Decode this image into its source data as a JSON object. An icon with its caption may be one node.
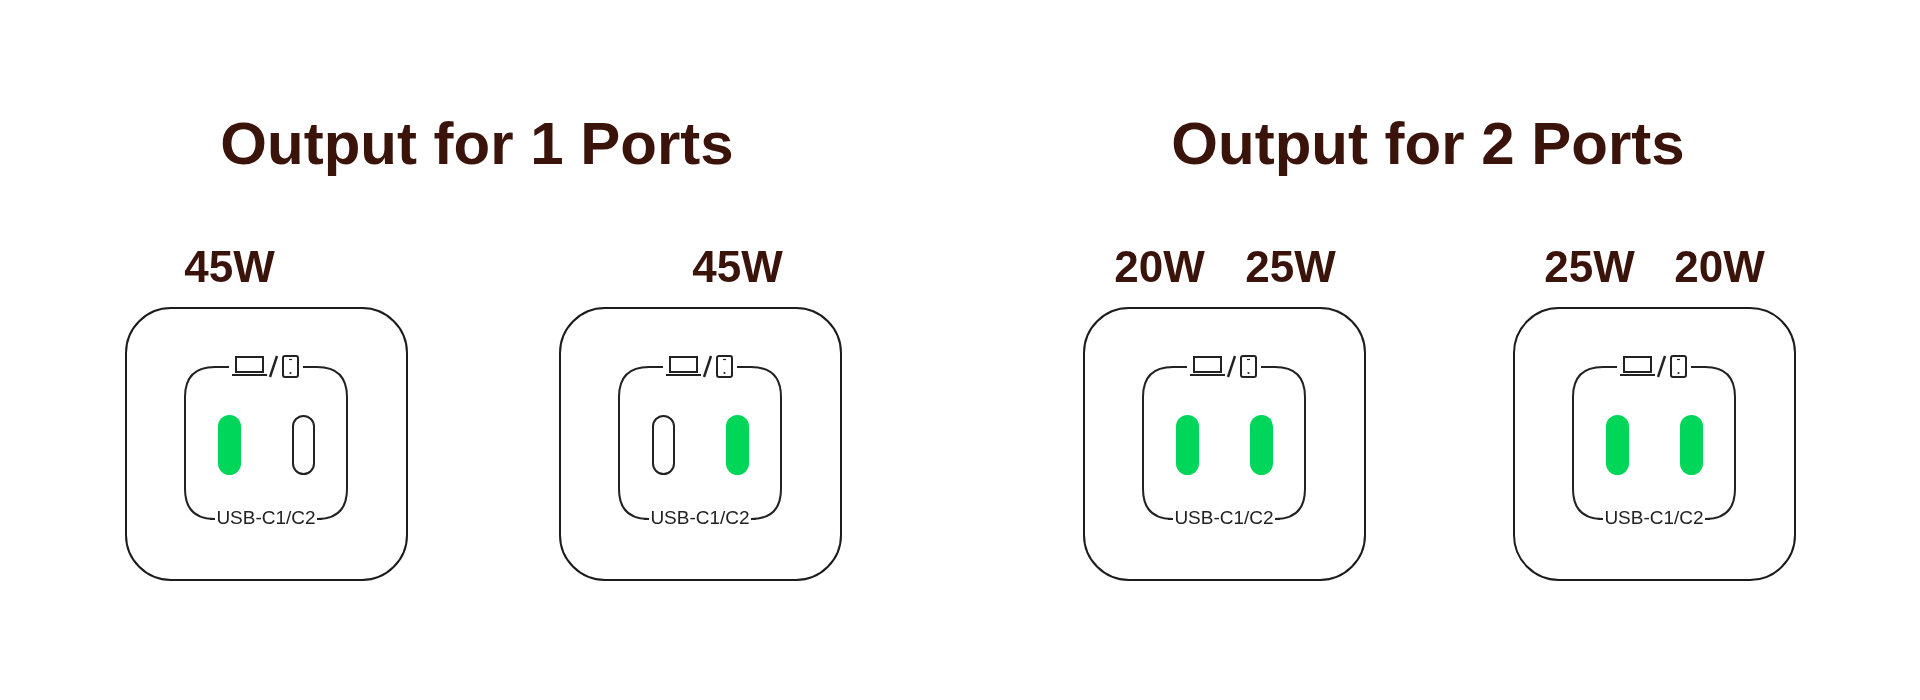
{
  "diagram": {
    "nodes": [
      {
        "text": [
          "USB-C1/C2"
        ],
        "beside": [
          "45W"
        ]
      },
      {
        "text": [
          "USB-C1/C2"
        ],
        "beside": [
          "45W"
        ]
      },
      {
        "text": [
          "USB-C1/C2"
        ],
        "beside": [
          "20W",
          "25W"
        ]
      },
      {
        "text": [
          "USB-C1/C2"
        ],
        "beside": [
          "25W",
          "20W"
        ]
      }
    ],
    "labels": [
      "Output for 1 Ports",
      "Output for 2 Ports"
    ]
  }
}
